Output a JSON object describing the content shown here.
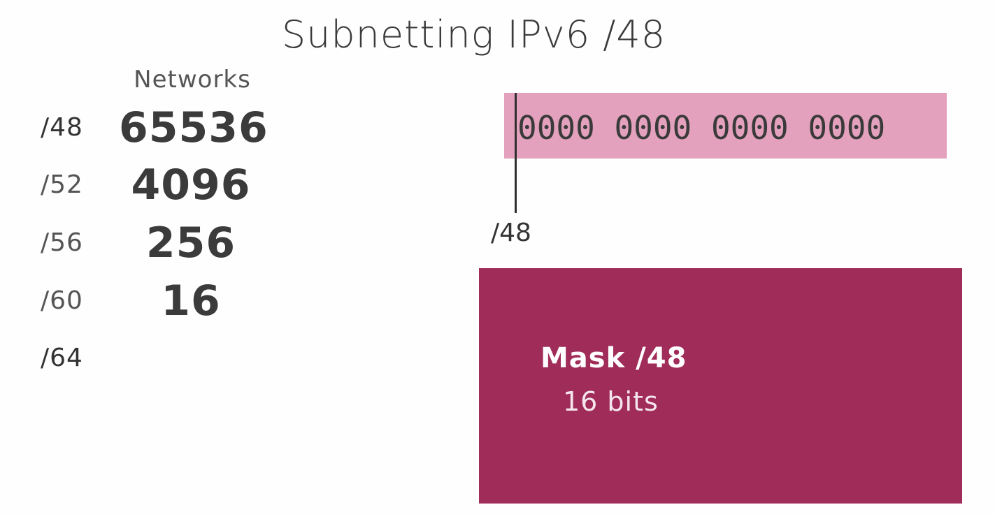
{
  "title": "Subnetting IPv6 /48",
  "table": {
    "header": "Networks",
    "rows": [
      {
        "prefix": "/48",
        "networks": "65536"
      },
      {
        "prefix": "/52",
        "networks": "4096"
      },
      {
        "prefix": "/56",
        "networks": "256"
      },
      {
        "prefix": "/60",
        "networks": "16"
      },
      {
        "prefix": "/64",
        "networks": ""
      }
    ]
  },
  "diagram": {
    "bits": "0000 0000 0000 0000",
    "boundary_label": "/48",
    "bits_color": "#e3a1bd",
    "mask_color": "#a02c5a",
    "mask_title": "Mask /48",
    "mask_subtitle": "16 bits"
  }
}
